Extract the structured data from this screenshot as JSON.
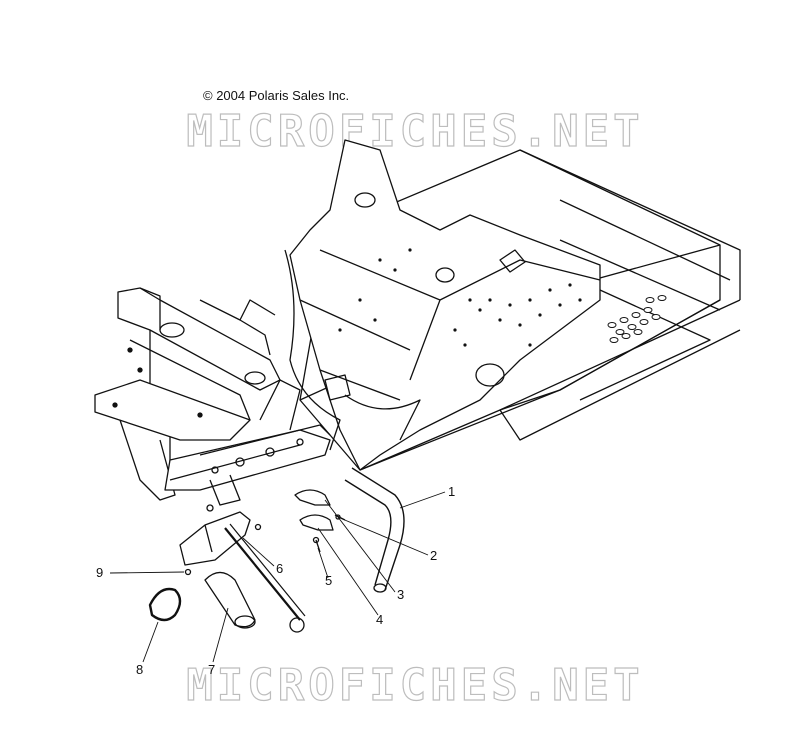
{
  "copyright": "© 2004 Polaris Sales Inc.",
  "watermark": "MICROFICHES.NET",
  "callouts": [
    "1",
    "2",
    "3",
    "4",
    "5",
    "6",
    "7",
    "8",
    "9"
  ]
}
